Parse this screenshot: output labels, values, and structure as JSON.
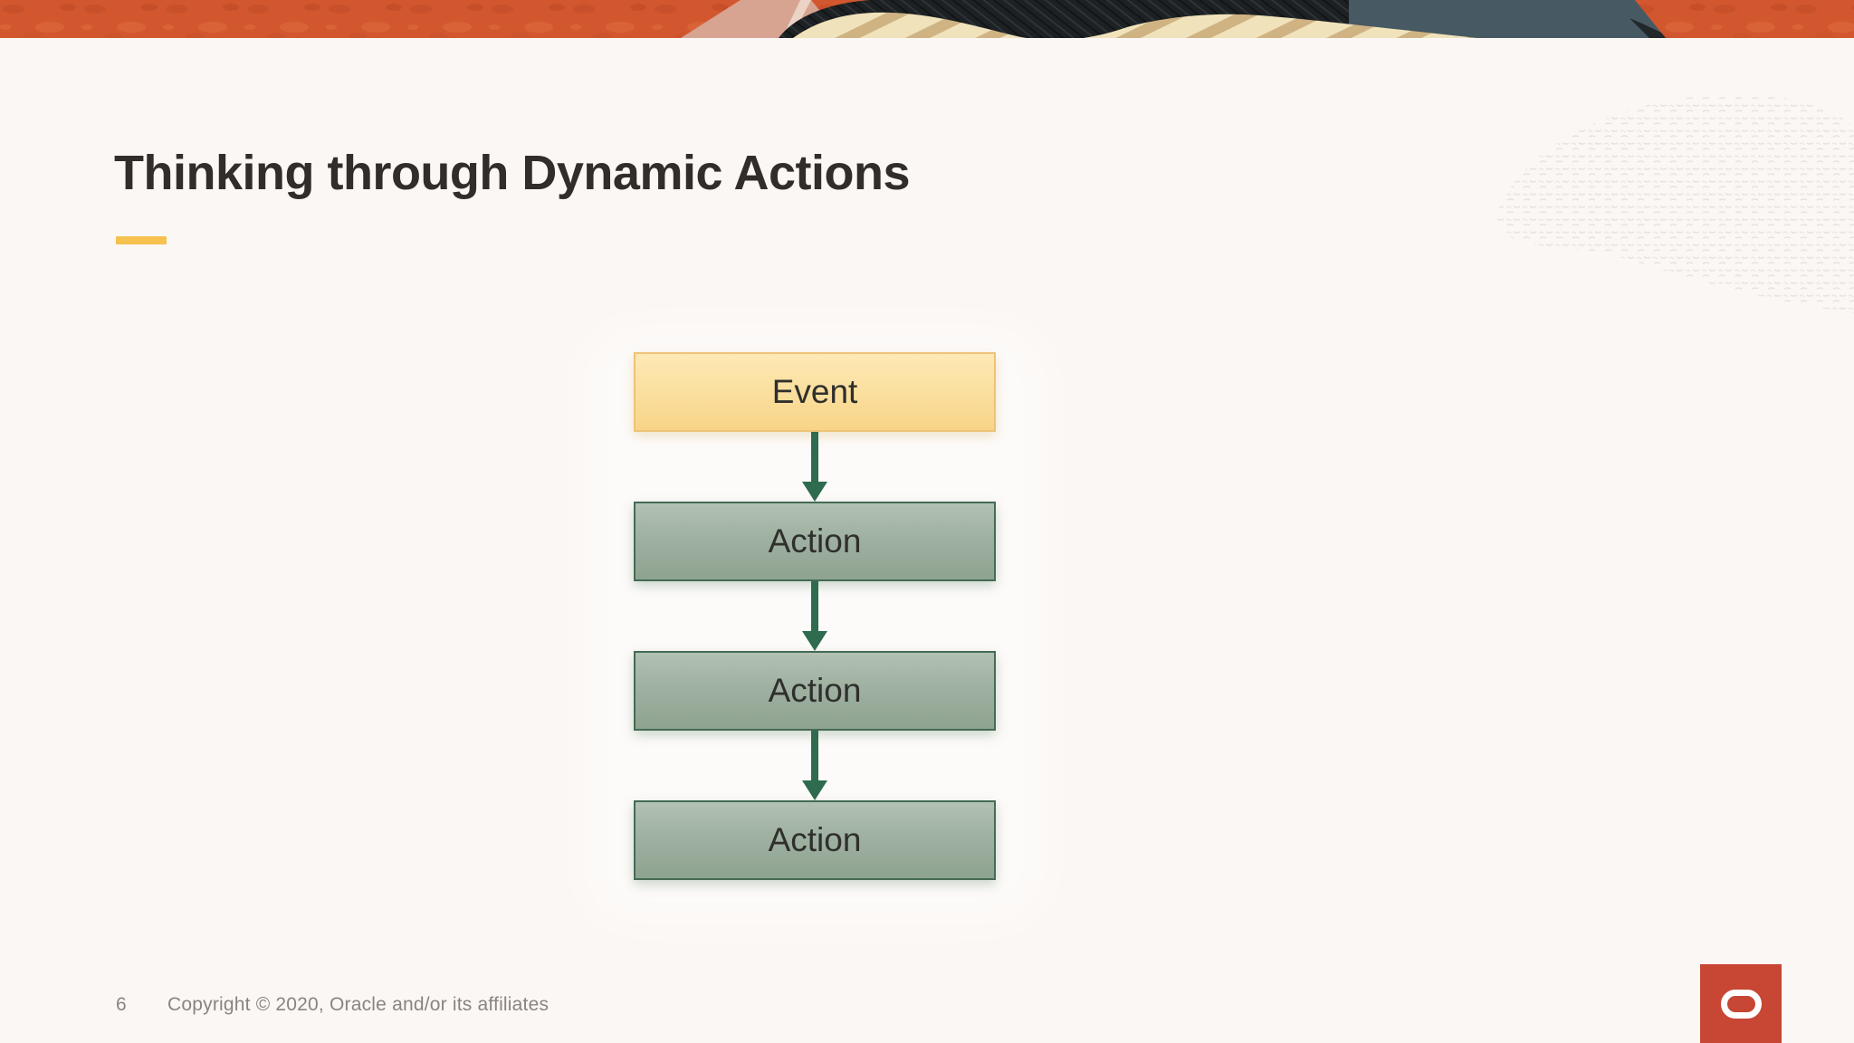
{
  "slide": {
    "title": "Thinking through Dynamic Actions",
    "footer": {
      "page_number": "6",
      "copyright": "Copyright © 2020, Oracle and/or its affiliates"
    },
    "logo_brand": "Oracle"
  },
  "diagram": {
    "type": "flowchart",
    "direction": "top-down",
    "nodes": [
      {
        "id": "event",
        "label": "Event",
        "kind": "event"
      },
      {
        "id": "action-1",
        "label": "Action",
        "kind": "action"
      },
      {
        "id": "action-2",
        "label": "Action",
        "kind": "action"
      },
      {
        "id": "action-3",
        "label": "Action",
        "kind": "action"
      }
    ],
    "edges": [
      [
        "event",
        "action-1"
      ],
      [
        "action-1",
        "action-2"
      ],
      [
        "action-2",
        "action-3"
      ]
    ]
  },
  "colors": {
    "background": "#FBF7F4",
    "banner_orange": "#D2572F",
    "banner_black": "#1D2123",
    "banner_slate": "#475963",
    "banner_salmon": "#D7A492",
    "banner_cream_band": "#F0E2BA",
    "banner_stripe_tan": "#CFB383",
    "title_text": "#312D2A",
    "accent_dash": "#F6C14E",
    "event_fill_top": "#FDE9B6",
    "event_fill_bottom": "#F8D488",
    "event_border": "#EDC377",
    "action_fill_top": "#B2C1B3",
    "action_fill_bottom": "#8FA391",
    "action_border": "#446B54",
    "arrow_green": "#2F6B4E",
    "node_text": "#2F2F2C",
    "footer_text": "#8A8480",
    "oracle_red": "#C74634"
  }
}
